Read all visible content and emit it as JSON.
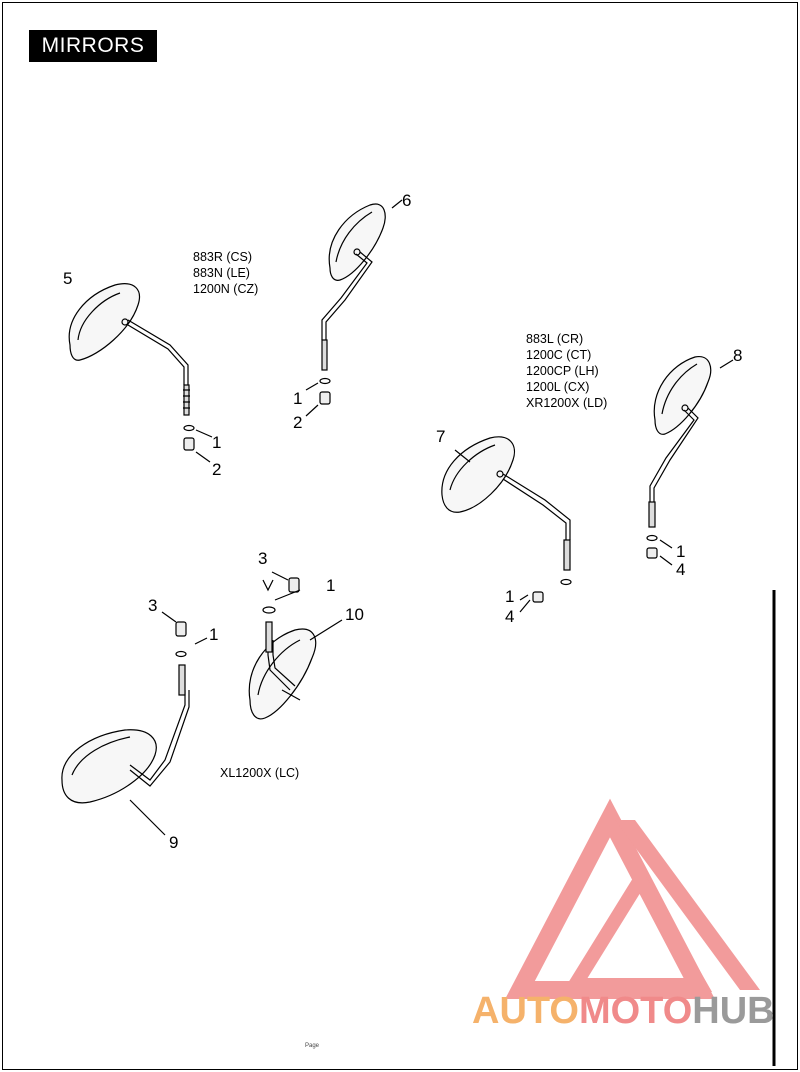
{
  "title": "MIRRORS",
  "models": {
    "group_a": [
      "883R (CS)",
      "883N (LE)",
      "1200N (CZ)"
    ],
    "group_b": [
      "883L (CR)",
      "1200C (CT)",
      "1200CP (LH)",
      "1200L (CX)",
      "XR1200X (LD)"
    ],
    "group_c": "XL1200X (LC)"
  },
  "callouts": {
    "c5": "5",
    "c6": "6",
    "c7": "7",
    "c8": "8",
    "c9": "9",
    "c10": "10",
    "a1": "1",
    "a2": "2",
    "b1": "1",
    "b2": "2",
    "d1": "1",
    "d4": "4",
    "e1": "1",
    "e4": "4",
    "f3": "3",
    "f1": "1",
    "g3": "3",
    "g1": "1"
  },
  "footer": "Page",
  "watermark": {
    "part1": "AUTO",
    "part2": "MOTO",
    "part3": "HUB",
    "color_orange": "#f5b26b",
    "color_red": "#f08a8a",
    "color_gray": "#9a9a9a"
  }
}
